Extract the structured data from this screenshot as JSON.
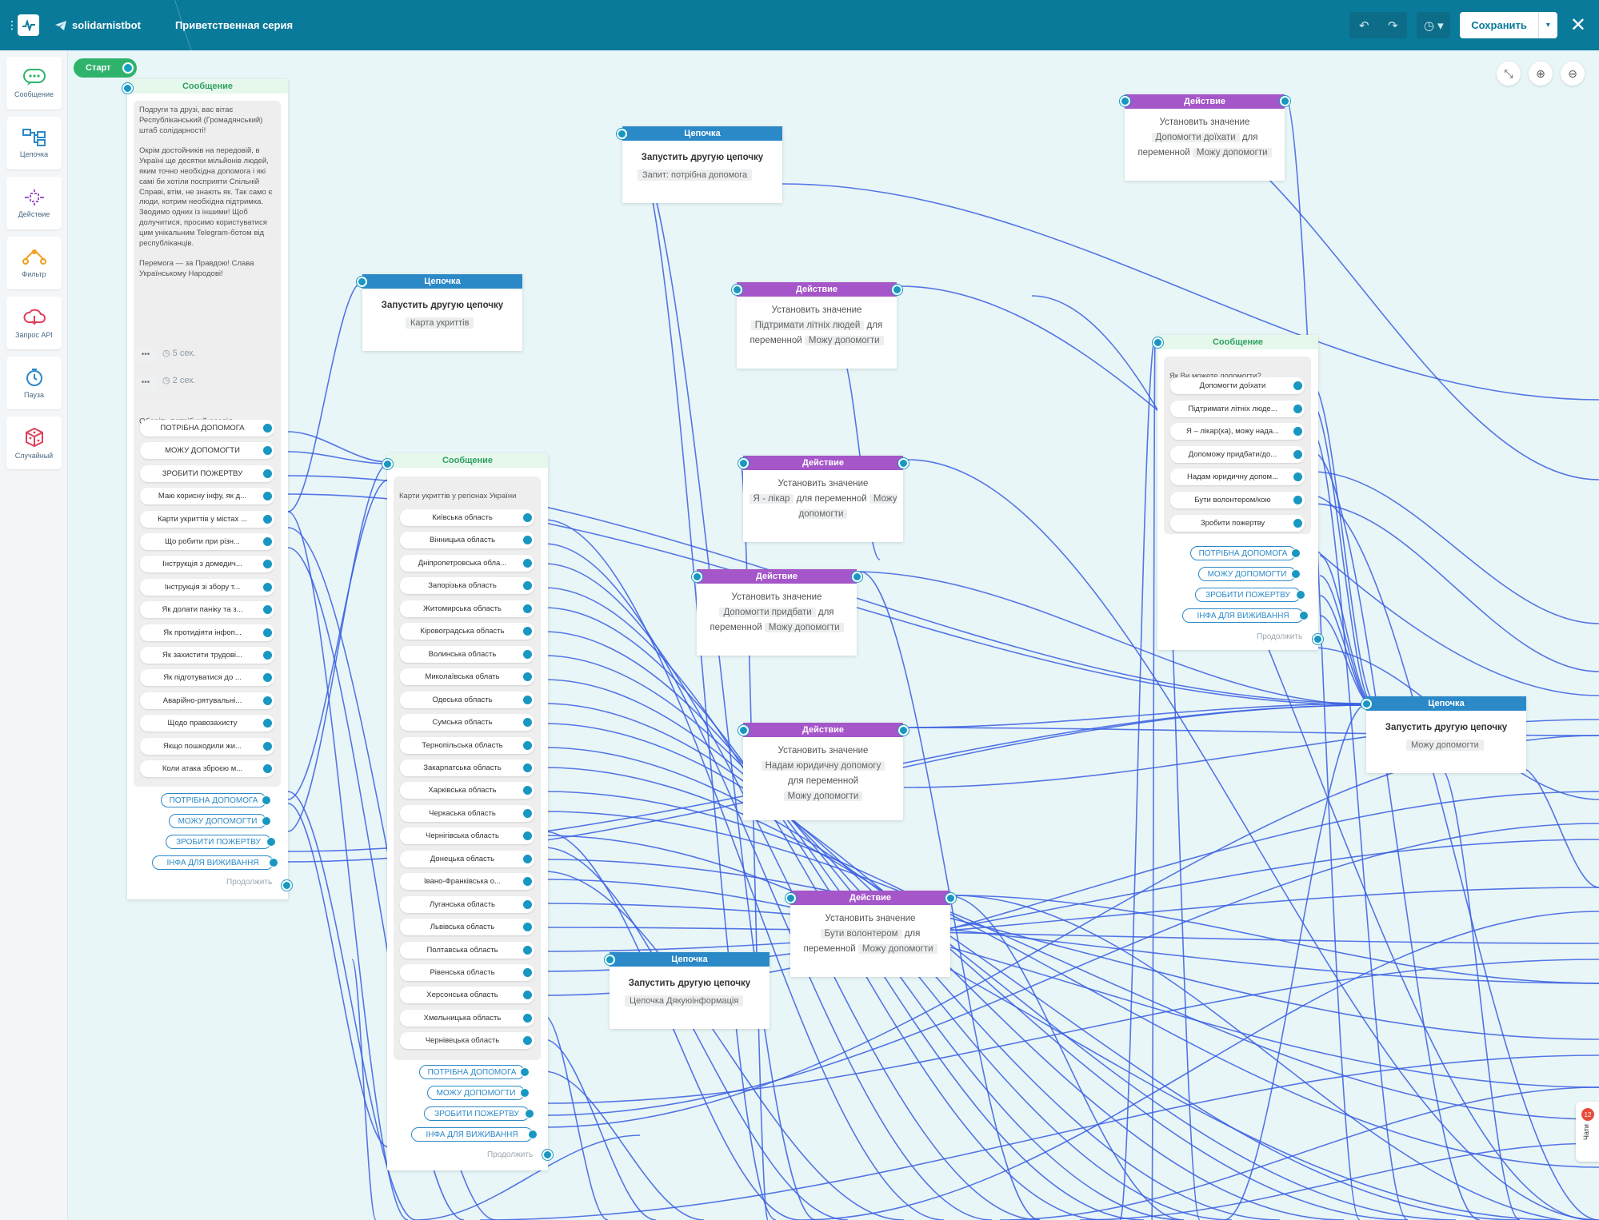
{
  "topbar": {
    "bot_name": "solidarnistbot",
    "flow_name": "Приветственная серия",
    "save_label": "Сохранить"
  },
  "sidebar": {
    "items": [
      {
        "label": "Сообщение",
        "icon": "message-icon"
      },
      {
        "label": "Цепочка",
        "icon": "chain-icon"
      },
      {
        "label": "Действие",
        "icon": "action-icon"
      },
      {
        "label": "Фильтр",
        "icon": "filter-icon"
      },
      {
        "label": "Запрос API",
        "icon": "api-request-icon"
      },
      {
        "label": "Пауза",
        "icon": "pause-icon"
      },
      {
        "label": "Случайный",
        "icon": "random-icon"
      }
    ]
  },
  "canvas": {
    "start_label": "Старт",
    "continue_label": "Продолжить",
    "header_message": "Сообщение",
    "header_chain": "Цепочка",
    "header_action": "Действие",
    "chain_title": "Запустить другую цепочку",
    "action_set": "Установить значение",
    "action_for_var": "для переменной",
    "keyboard_buttons": [
      "ПОТРІБНА ДОПОМОГА",
      "МОЖУ ДОПОМОГТИ",
      "ЗРОБИТИ ПОЖЕРТВУ",
      "ІНФА ДЛЯ ВИЖИВАННЯ"
    ],
    "message1": {
      "text": "Подруги та друзі, вас вітає Республіканський (Громадянський) штаб солідарності!\n\nОкрім достойників на передовій, в Україні ще десятки мільйонів людей, яким точно необхідна допомога і які самі би хотіли посприяти Спільній Справі, втім, не знають як. Так само є люди, котрим необхідна підтримка. Зводимо одних із іншими! Щоб долучитися, просимо користуватися цим унікальним Telegram-ботом від республіканців.\n\nПеремога — за Правдою! Слава Українському Народові!",
      "delay1": "5 сек.",
      "delay2": "2 сек.",
      "prompt": "Оберіть потрібний розділ",
      "buttons": [
        "ПОТРІБНА ДОПОМОГА",
        "МОЖУ ДОПОМОГТИ",
        "ЗРОБИТИ ПОЖЕРТВУ",
        "Маю корисну інфу, як д...",
        "Карти укриттів у містах ...",
        "Що робити при різн...",
        "Інструкція з домедич...",
        "Інструкція зі збору т...",
        "Як долати паніку та з...",
        "Як протидіяти інфоп...",
        "Як захистити трудові...",
        "Як підготуватися до ...",
        "Аварійно-рятувальні...",
        "Щодо правозахисту",
        "Якщо пошкодили жи...",
        "Коли атака зброєю м..."
      ]
    },
    "message2": {
      "text": "Карти укриттів у регіонах України",
      "buttons": [
        "Київська область",
        "Вінницька область",
        "Дніпропетровська обла...",
        "Запорізька область",
        "Житомирська область",
        "Кіровоградська область",
        "Волинська область",
        "Миколаївська облать",
        "Одеська область",
        "Сумська область",
        "Тернопільська область",
        "Закарпатська область",
        "Харківська область",
        "Черкаська область",
        "Чернігівська область",
        "Донецька область",
        "Івано-Франківська о...",
        "Луганська область",
        "Львівська область",
        "Полтавська область",
        "Рівенська область",
        "Херсонська область",
        "Хмельницька область",
        "Чернівецька область"
      ]
    },
    "message3": {
      "text": "Як Ви можете допомогти?",
      "buttons": [
        "Допомогти доїхати",
        "Підтримати літніх людe...",
        "Я – лікар(ка), можу нада...",
        "Допоможу придбати/до...",
        "Надам юридичну допом...",
        "Бути волонтером/кою",
        "Зробити пожертву"
      ]
    },
    "chains": [
      {
        "tag": "Карта укриттів"
      },
      {
        "tag": "Запит: потрібна допомога"
      },
      {
        "tag": "Цепочка Дякуюінформація"
      },
      {
        "tag": "Можу допомогти"
      }
    ],
    "actions": [
      {
        "value": "Допомогти доїхати",
        "var": "Можу допомогти"
      },
      {
        "value": "Підтримати літніх людей",
        "var": "Можу допомогти"
      },
      {
        "value": "Я - лікар",
        "var": "Можу допомогти"
      },
      {
        "value": "Допомогти придбати",
        "var": "Можу допомогти"
      },
      {
        "value": "Надам юридичну допомогу",
        "var": "Можу допомогти"
      },
      {
        "value": "Бути волонтером",
        "var": "Можу допомогти"
      }
    ]
  },
  "chat_tab": {
    "label": "Чати",
    "badge": "12"
  },
  "colors": {
    "topbar": "#0a7a9a",
    "message_header": "#2fa060",
    "chain_header": "#2c89c8",
    "action_header": "#a556c9",
    "wire": "#3a5fe0",
    "canvas": "#e8f6f8"
  }
}
